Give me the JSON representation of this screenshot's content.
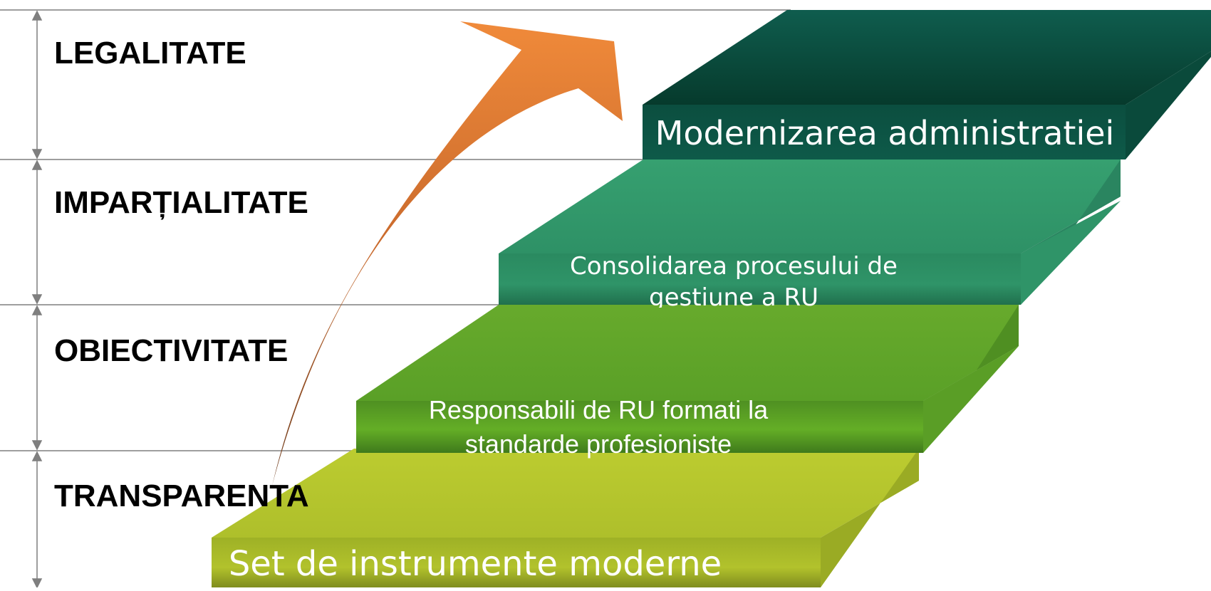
{
  "principles": [
    {
      "label": "LEGALITATE"
    },
    {
      "label": "IMPARȚIALITATE"
    },
    {
      "label": "OBIECTIVITATE"
    },
    {
      "label": "TRANSPARENTA"
    }
  ],
  "steps": [
    {
      "label": "Set de instrumente moderne",
      "color": "#b5c62c"
    },
    {
      "label": "Responsabili de RU formati la standarde profesioniste",
      "line1": "Responsabili de RU formati la",
      "line2": "standarde profesioniste",
      "color": "#5ea329"
    },
    {
      "label": "Consolidarea procesului de gestiune a RU",
      "line1": "Consolidarea procesului de",
      "line2": "gestiune a RU",
      "color": "#2f9468"
    },
    {
      "label": "Modernizarea administratiei",
      "color": "#0f5c4c"
    }
  ],
  "colors": {
    "arrow_top": "#f08a3a",
    "arrow_bottom": "#6b3a1c",
    "rule_line": "#7f7f7f"
  }
}
